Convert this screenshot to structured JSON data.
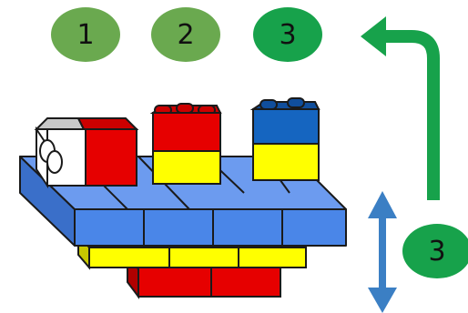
{
  "steps": [
    {
      "label": "1",
      "state": "done",
      "color": "#6aa94f"
    },
    {
      "label": "2",
      "state": "done",
      "color": "#6aa94f"
    },
    {
      "label": "3",
      "state": "current",
      "color": "#17a24b"
    }
  ],
  "next_step": {
    "label": "3",
    "color": "#17a24b"
  },
  "icons": {
    "turn_arrow": "turn-up-left-arrow-icon",
    "rotate_arrow": "vertical-double-arrow-icon"
  },
  "colors": {
    "base_blue": "#4a86e8",
    "yellow": "#ffff00",
    "red": "#e60000",
    "cap_blue": "#1565c0",
    "arrow_green": "#17a24b",
    "arrow_blue": "#3b7fc4",
    "outline": "#1a1a1a",
    "light_grey": "#c8c8c8"
  }
}
